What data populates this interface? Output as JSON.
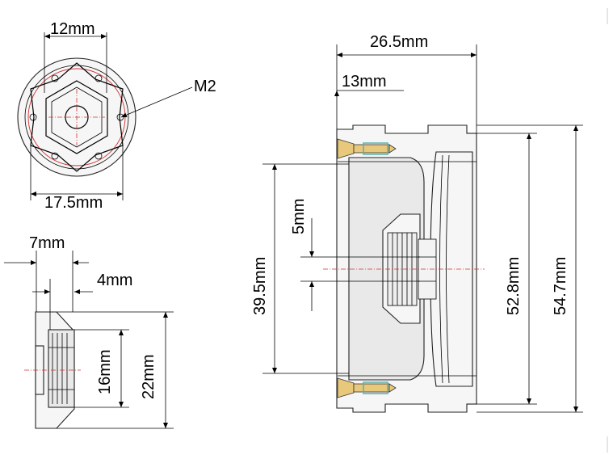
{
  "dimensions": {
    "top_view": {
      "width_top": "12mm",
      "screw_label": "M2",
      "width_bottom": "17.5mm"
    },
    "small_side": {
      "width_top": "7mm",
      "inner": "4mm",
      "height_inner": "16mm",
      "height_outer": "22mm"
    },
    "main_section": {
      "depth_total": "26.5mm",
      "depth_inner": "13mm",
      "hex_height": "5mm",
      "bore_height": "39.5mm",
      "height_inner": "52.8mm",
      "height_outer": "54.7mm"
    }
  },
  "colors": {
    "line": "#000000",
    "center_line": "#d23030",
    "screw": "#e8c87a",
    "screw_insert": "#5ab0a8"
  }
}
